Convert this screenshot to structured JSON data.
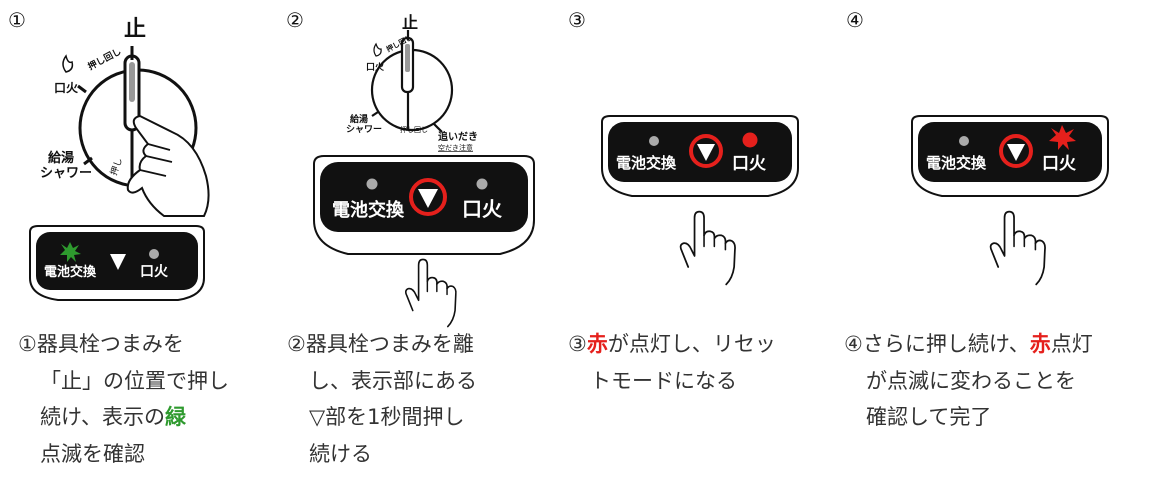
{
  "steps": [
    {
      "num": "①",
      "knob": {
        "stop": "止",
        "ignite": "口火",
        "shower": "給湯\nシャワー",
        "push_turn": "押し回し",
        "push": "押し"
      },
      "display": {
        "battery": "電池交換",
        "pilot": "口火"
      },
      "caption_lines": [
        "①器具栓つまみを",
        "「止」の位置で押し",
        "続け、表示の",
        "点滅を確認"
      ],
      "highlight": "緑",
      "highlight_color": "#2e9a2e"
    },
    {
      "num": "②",
      "knob": {
        "stop": "止",
        "ignite": "口火",
        "shower": "給湯\nシャワー",
        "push_turn": "押し回し",
        "reheat": "追いだき",
        "reheat_note": "空だき注意"
      },
      "display": {
        "battery": "電池交換",
        "pilot": "口火"
      },
      "caption_lines": [
        "②器具栓つまみを離",
        "し、表示部にある",
        "▽部を1秒間押し",
        "続ける"
      ]
    },
    {
      "num": "③",
      "display": {
        "battery": "電池交換",
        "pilot": "口火"
      },
      "caption_prefix": "③",
      "highlight": "赤",
      "highlight_color": "#e5201c",
      "caption_rest": "が点灯し、リセッ",
      "caption_lines": [
        "トモードになる"
      ]
    },
    {
      "num": "④",
      "display": {
        "battery": "電池交換",
        "pilot": "口火"
      },
      "caption_prefix": "④さらに押し続け、",
      "highlight": "赤",
      "highlight_color": "#e5201c",
      "caption_rest": "点灯",
      "caption_lines": [
        "が点滅に変わることを",
        "確認して完了"
      ]
    }
  ]
}
